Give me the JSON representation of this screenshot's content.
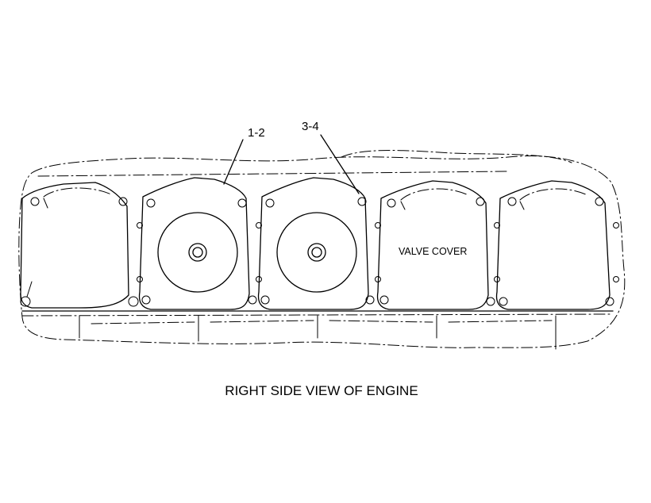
{
  "callouts": {
    "first": "1-2",
    "second": "3-4"
  },
  "labels": {
    "valve_cover": "VALVE COVER",
    "caption": "RIGHT SIDE VIEW OF ENGINE"
  }
}
